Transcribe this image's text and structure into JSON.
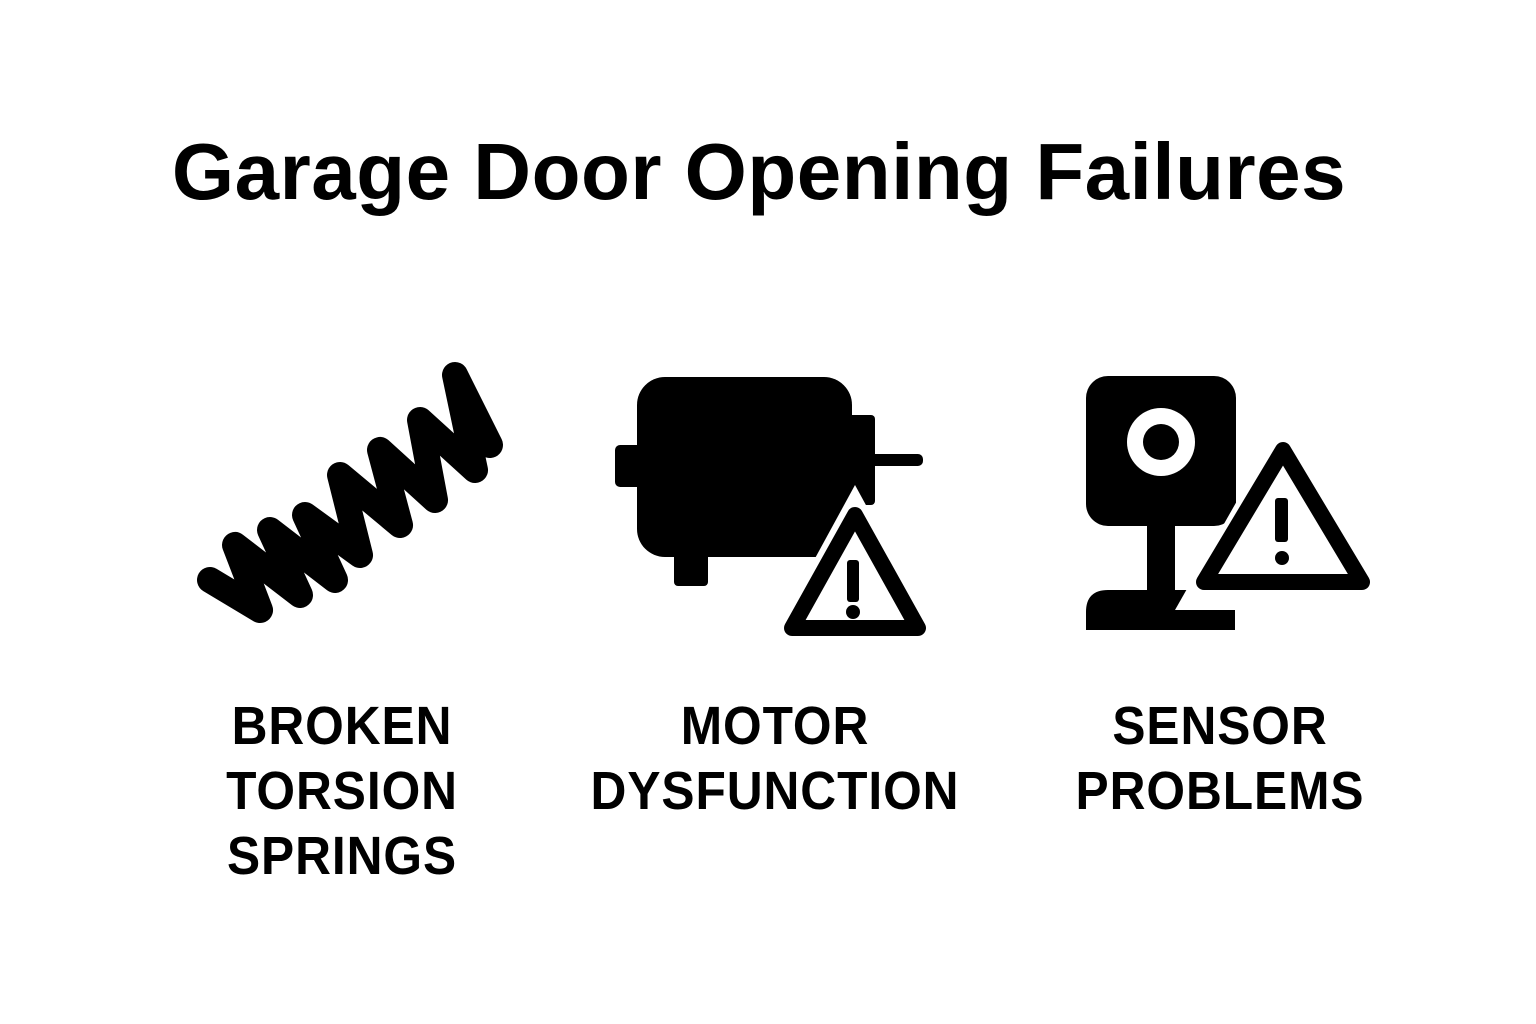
{
  "title": "Garage Door Opening Failures",
  "colors": {
    "background": "#ffffff",
    "foreground": "#000000"
  },
  "items": [
    {
      "icon": "spring-icon",
      "label_lines": [
        "BROKEN",
        "TORSION",
        "SPRINGS"
      ]
    },
    {
      "icon": "motor-warning-icon",
      "label_lines": [
        "MOTOR",
        "DYSFUNCTION"
      ]
    },
    {
      "icon": "sensor-camera-warning-icon",
      "label_lines": [
        "SENSOR",
        "PROBLEMS"
      ]
    }
  ]
}
